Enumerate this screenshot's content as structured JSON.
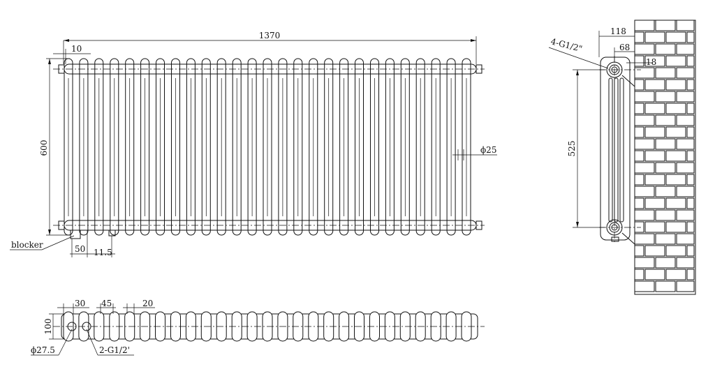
{
  "front_view": {
    "width_label": "1370",
    "edge_offset_label": "10",
    "height_label": "600",
    "tube_diameter_label": "ϕ25",
    "blocker_label": "blocker",
    "valve_offset_label": "50",
    "blocker_width_label": "11.5",
    "column_count": 27
  },
  "side_view": {
    "depth_label": "118",
    "inner_depth_label": "68",
    "wall_gap_label": "18",
    "connection_label": "4-G1/2\"",
    "center_distance_label": "525"
  },
  "top_view": {
    "pitch_label": "30",
    "tube_width_label": "45",
    "gap_label": "20",
    "depth_label": "100",
    "inlet_diameter_label": "ϕ27.5",
    "inlet_connection_label": "2-G1/2'"
  },
  "colors": {
    "line": "#111111",
    "background": "#ffffff"
  }
}
